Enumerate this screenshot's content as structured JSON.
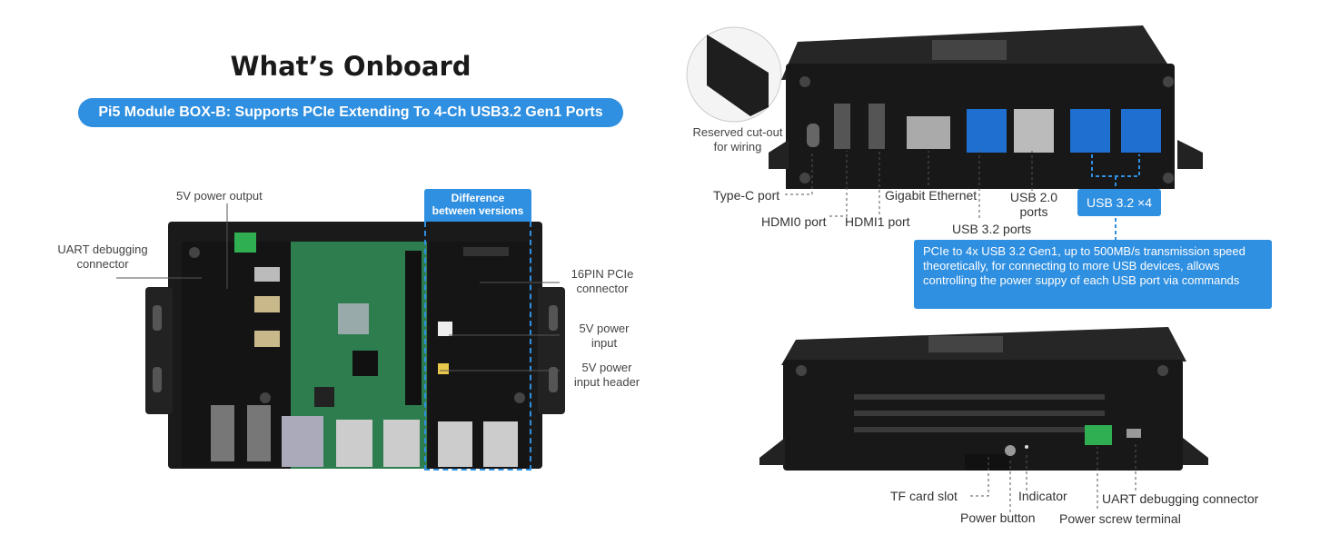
{
  "title": "What’s Onboard",
  "subtitle": "Pi5 Module BOX-B: Supports PCIe Extending To 4-Ch USB3.2 Gen1 Ports",
  "left_labels": {
    "power_output": "5V power output",
    "uart": [
      "UART debugging",
      "connector"
    ],
    "difference": [
      "Difference",
      "between versions"
    ],
    "pcie16": [
      "16PIN PCIe",
      "connector"
    ],
    "power_input": [
      "5V power",
      "input"
    ],
    "power_input_header": [
      "5V power",
      "input header"
    ]
  },
  "front_labels": {
    "reserved": [
      "Reserved cut-out",
      "for wiring"
    ],
    "type_c": "Type-C port",
    "hdmi0": "HDMI0 port",
    "hdmi1": "HDMI1 port",
    "gigabit": "Gigabit Ethernet",
    "usb32": "USB 3.2 ports",
    "usb20": [
      "USB 2.0",
      "ports"
    ],
    "usb32x4": "USB 3.2 ×4",
    "note": "PCIe to 4x USB 3.2 Gen1, up to 500MB/s transmission speed theoretically, for connecting to more USB devices, allows controlling the power suppy of each USB port via commands"
  },
  "back_labels": {
    "tf": "TF card slot",
    "power_button": "Power button",
    "indicator": "Indicator",
    "screw": "Power screw terminal",
    "uart": "UART debugging connector"
  },
  "colors": {
    "accent": "#2f8fe0",
    "case": "#1b1b1b",
    "pcb": "#2e7d4f",
    "usb_blue": "#1f6fd1",
    "terminal": "#2fae52"
  }
}
